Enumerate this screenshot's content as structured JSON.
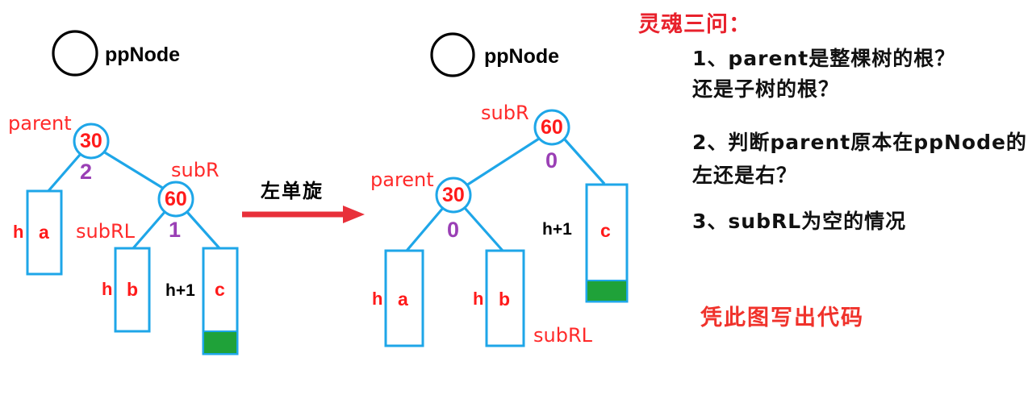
{
  "colors": {
    "tree_line": "#1ea6e8",
    "node_text": "#ff1a1a",
    "annotation_red": "#ff2a2a",
    "balance_factor_purple": "#9a3fb5",
    "green_fill": "#1fa239",
    "black": "#000000",
    "note_red": "#e8212c",
    "footer_red": "#f0322b",
    "arrow_red": "#e8303a",
    "background": "#ffffff"
  },
  "left_tree": {
    "ppnode_label": "ppNode",
    "root_label": "parent",
    "root_value": "30",
    "root_balance": "2",
    "right_child_label": "subR",
    "right_child_value": "60",
    "right_child_balance": "1",
    "subrl_label": "subRL",
    "box_a_letter": "a",
    "box_a_height": "h",
    "box_b_letter": "b",
    "box_b_height": "h",
    "box_c_letter": "c",
    "box_c_height": "h+1"
  },
  "right_tree": {
    "ppnode_label": "ppNode",
    "root_label": "subR",
    "root_value": "60",
    "root_balance": "0",
    "left_child_label": "parent",
    "left_child_value": "30",
    "left_child_balance": "0",
    "subrl_label": "subRL",
    "box_a_letter": "a",
    "box_a_height": "h",
    "box_b_letter": "b",
    "box_b_height": "h",
    "box_c_letter": "c",
    "box_c_height": "h+1"
  },
  "transition": {
    "caption": "左单旋",
    "arrow_icon": "right-arrow-icon"
  },
  "notes": {
    "heading": "灵魂三问：",
    "items": [
      "1、parent是整棵树的根？",
      "还是子树的根？",
      "2、判断parent原本在ppNode的",
      "左还是右？",
      "3、subRL为空的情况"
    ],
    "footer": "凭此图写出代码"
  }
}
